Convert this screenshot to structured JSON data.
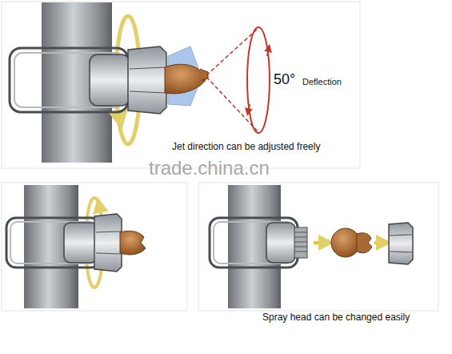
{
  "diagram": {
    "labels": [
      "50°",
      "Deflection",
      "Jet direction can be adjusted freely",
      "trade.china.cn",
      "Spray head can be changed easily"
    ]
  }
}
